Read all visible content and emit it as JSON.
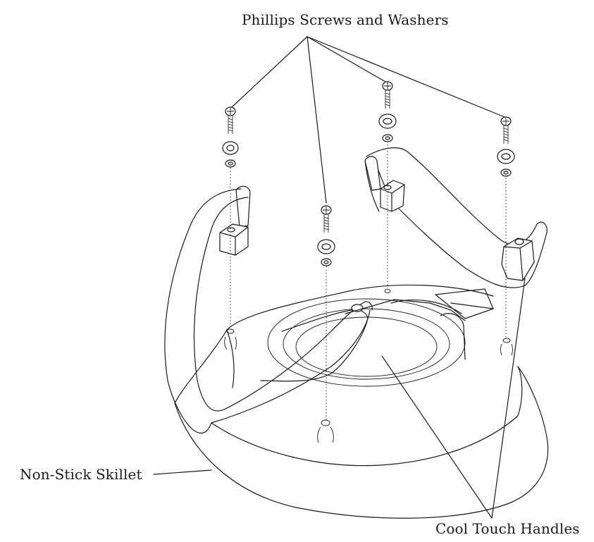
{
  "labels": {
    "screws": "Phillips Screws and Washers",
    "skillet": "Non-Stick Skillet",
    "handles": "Cool Touch Handles"
  }
}
